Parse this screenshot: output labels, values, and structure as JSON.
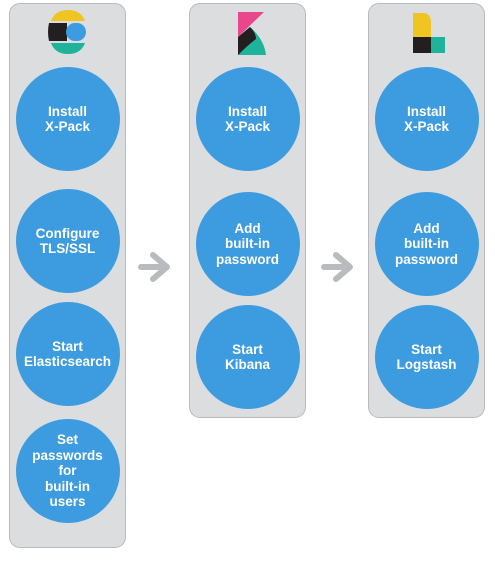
{
  "columns": [
    {
      "product_logo": "elasticsearch-logo",
      "steps": [
        {
          "label": "Install\nX-Pack"
        },
        {
          "label": "Configure\nTLS/SSL"
        },
        {
          "label": "Start\nElasticsearch"
        },
        {
          "label": "Set\npasswords\nfor\nbuilt-in\nusers"
        }
      ]
    },
    {
      "product_logo": "kibana-logo",
      "steps": [
        {
          "label": "Install\nX-Pack"
        },
        {
          "label": "Add\nbuilt-in\npassword"
        },
        {
          "label": "Start\nKibana"
        }
      ]
    },
    {
      "product_logo": "logstash-logo",
      "steps": [
        {
          "label": "Install\nX-Pack"
        },
        {
          "label": "Add\nbuilt-in\npassword"
        },
        {
          "label": "Start\nLogstash"
        }
      ]
    }
  ],
  "colors": {
    "step_fill": "#3d9be0",
    "column_fill": "#dcdddf",
    "arrow": "#b9bbbe"
  }
}
